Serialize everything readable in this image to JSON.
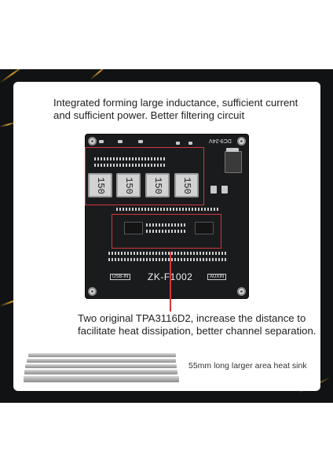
{
  "captions": {
    "top": "Integrated forming large inductance, sufficient current and sufficient power. Better filtering circuit",
    "middle": "Two original TPA3116D2, increase the distance to facilitate heat dissipation, better channel separation.",
    "heatsink": "55mm long larger area heat sink"
  },
  "board": {
    "model": "ZK-F1002",
    "voltage": "DC9-24V",
    "port_left": "USB-IN",
    "port_right": "AUXIN",
    "inductors": [
      "150",
      "150",
      "150",
      "150"
    ]
  },
  "colors": {
    "background_dark": "#111214",
    "accent": "#d1383a",
    "streak": "#d4a028"
  }
}
